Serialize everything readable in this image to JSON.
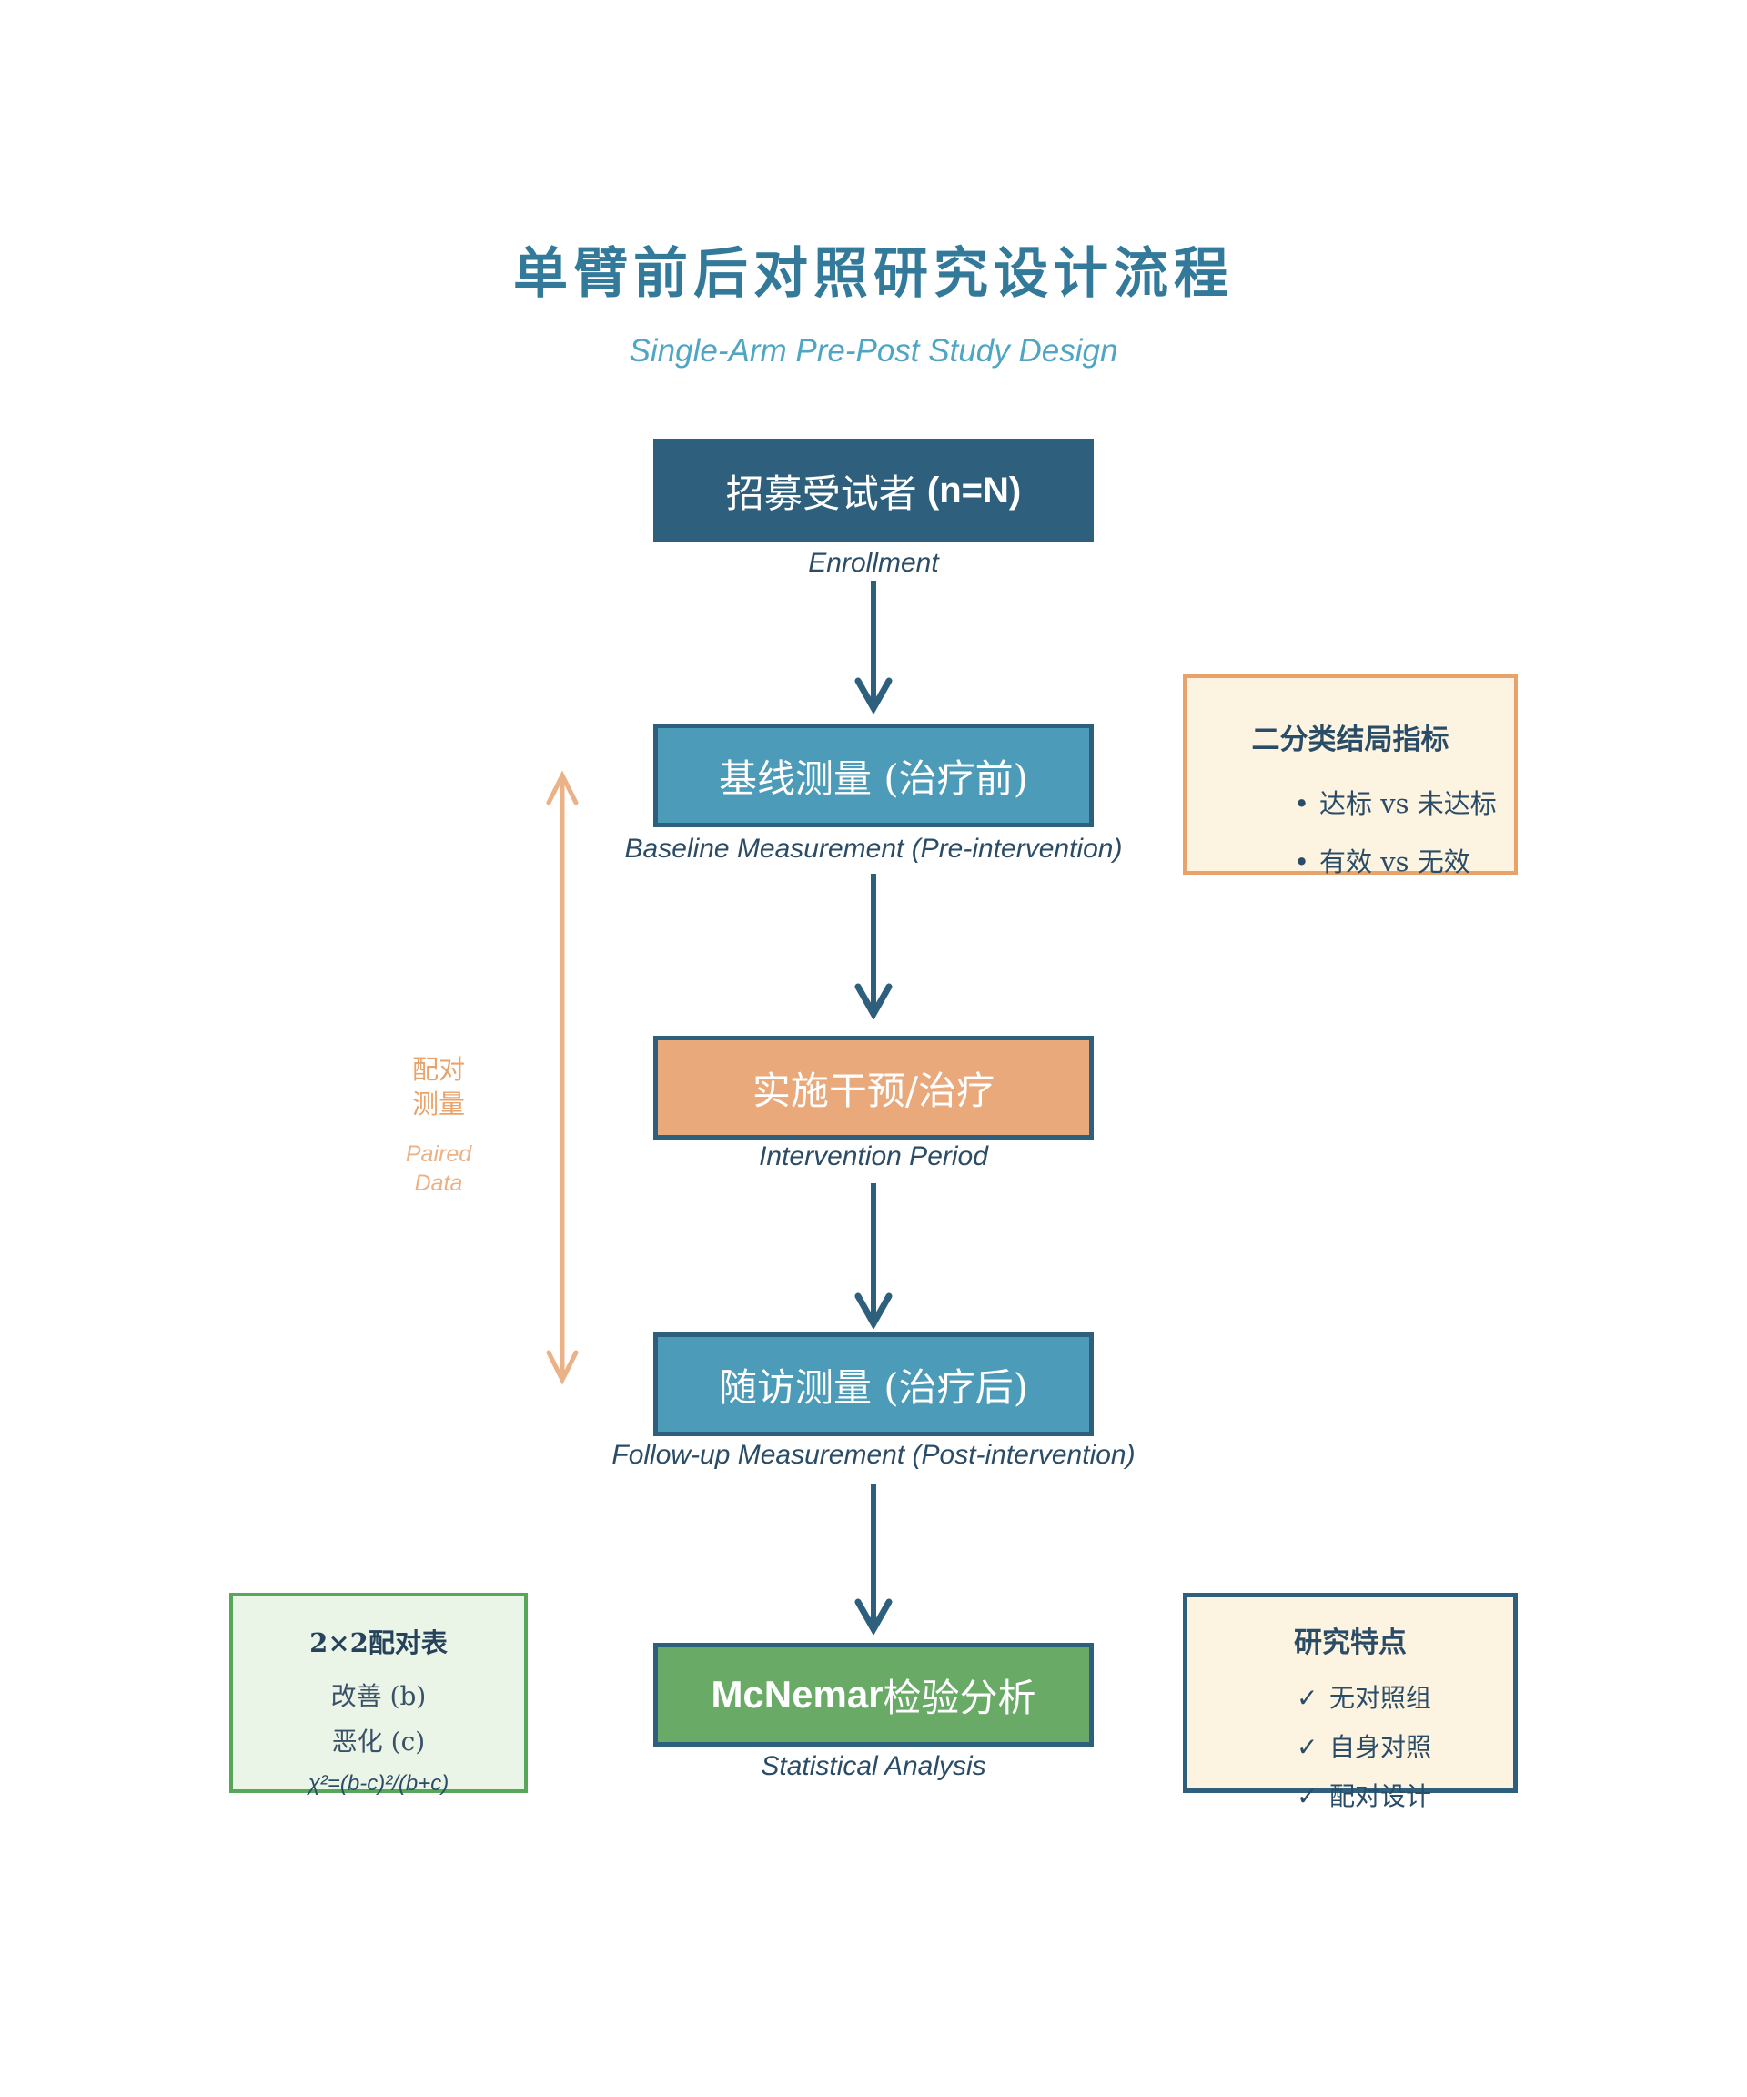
{
  "title": "单臂前后对照研究设计流程",
  "subtitle": "Single-Arm Pre-Post Study Design",
  "glyphs": {
    "bullet": "•",
    "check": "✓"
  },
  "colors": {
    "dark": "#2e5f7d",
    "teal": "#4c9bb9",
    "orange": "#e9a97b",
    "green": "#69aa67",
    "cream": "#fcf4e1",
    "lightGreen": "#eaf5e7",
    "orangeBorder": "#e8a36a",
    "greenBorder": "#57a758",
    "arrowOrange": "#ecb287",
    "textDark": "#2b4c66",
    "titleText": "#33799a",
    "subtitleText": "#4fa5c4"
  },
  "flow": {
    "steps": [
      {
        "label": "招募受试者",
        "label_en": " (n=N)",
        "caption": "Enrollment"
      },
      {
        "label": "基线测量 (治疗前)",
        "caption": "Baseline Measurement (Pre-intervention)"
      },
      {
        "label": "实施干预/治疗",
        "caption": "Intervention Period"
      },
      {
        "label": "随访测量 (治疗后)",
        "caption": "Follow-up Measurement (Post-intervention)"
      },
      {
        "label_en_prefix": "McNemar",
        "label": "检验分析",
        "caption": "Statistical Analysis"
      }
    ]
  },
  "paired": {
    "zh_line1": "配对",
    "zh_line2": "测量",
    "en_line1": "Paired",
    "en_line2": "Data"
  },
  "outcome_panel": {
    "title": "二分类结局指标",
    "items": [
      "达标 vs 未达标",
      "有效 vs 无效"
    ]
  },
  "table_panel": {
    "title": "2×2配对表",
    "rows": [
      "改善 (b)",
      "恶化 (c)"
    ],
    "formula": "χ²=(b-c)²/(b+c)"
  },
  "features_panel": {
    "title": "研究特点",
    "items": [
      "无对照组",
      "自身对照",
      "配对设计"
    ]
  }
}
